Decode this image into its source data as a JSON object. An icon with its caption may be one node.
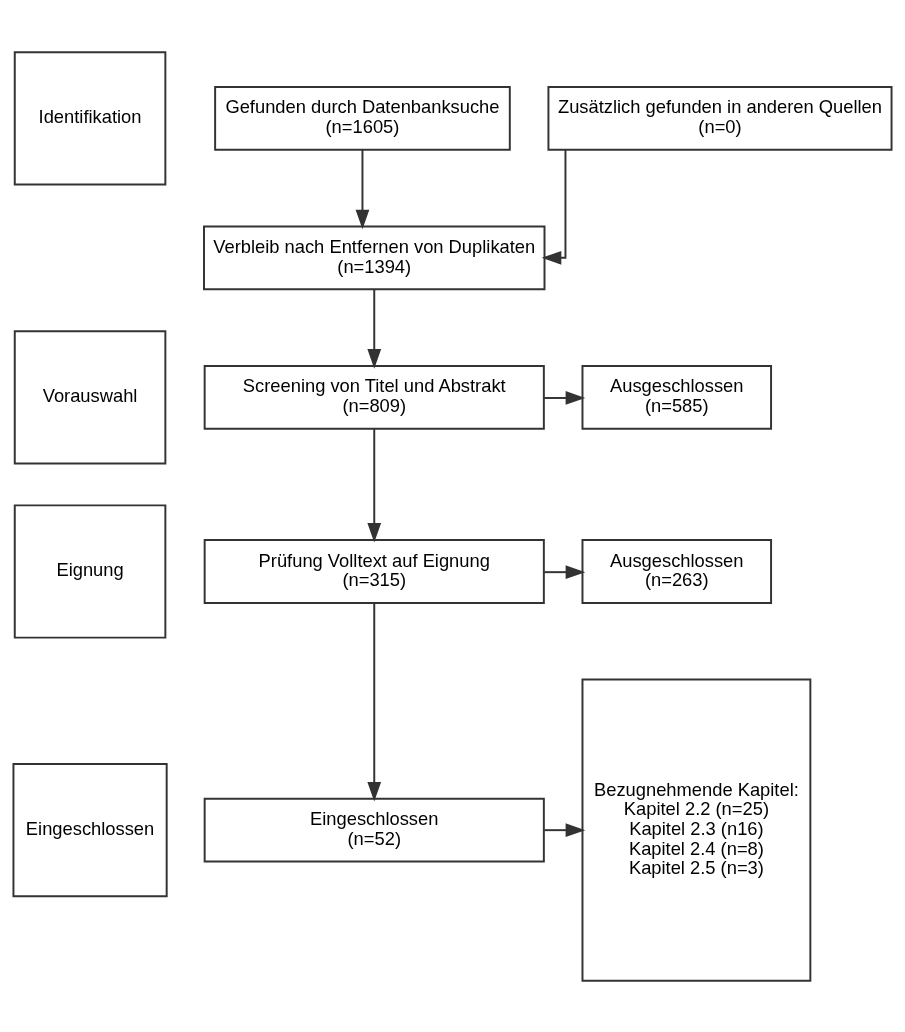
{
  "diagram": {
    "nodes": [
      {
        "text": [
          "Identifikation"
        ]
      },
      {
        "text": [
          "Gefunden durch Datenbanksuche",
          "(n=1605)"
        ]
      },
      {
        "text": [
          "Zusätzlich gefunden in anderen Quellen",
          "(n=0)"
        ]
      },
      {
        "text": [
          "Vorauswahl"
        ]
      },
      {
        "text": [
          "Verbleib nach Entfernen von Duplikaten",
          "(n=1394)"
        ]
      },
      {
        "text": [
          "Screening von Titel und Abstrakt",
          "(n=809)"
        ]
      },
      {
        "text": [
          "Ausgeschlossen",
          "(n=585)"
        ]
      },
      {
        "text": [
          "Eignung"
        ]
      },
      {
        "text": [
          "Prüfung Volltext auf Eignung",
          "(n=315)"
        ]
      },
      {
        "text": [
          "Ausgeschlossen",
          "(n=263)"
        ]
      },
      {
        "text": [
          "Eingeschlossen"
        ]
      },
      {
        "text": [
          "Eingeschlossen",
          "(n=52)"
        ]
      },
      {
        "text": [
          "Bezugnehmende Kapitel:",
          "Kapitel 2.2 (n=25)",
          "Kapitel 2.3 (n16)",
          "Kapitel 2.4 (n=8)",
          "Kapitel 2.5 (n=3)"
        ]
      }
    ],
    "edges": [
      {
        "from": 1,
        "to": 4,
        "arrow": "to"
      },
      {
        "from": 2,
        "to": 4,
        "arrow": "to"
      },
      {
        "from": 4,
        "to": 5,
        "arrow": "to"
      },
      {
        "from": 5,
        "to": 6,
        "arrow": "to"
      },
      {
        "from": 5,
        "to": 8,
        "arrow": "to"
      },
      {
        "from": 8,
        "to": 9,
        "arrow": "to"
      },
      {
        "from": 8,
        "to": 11,
        "arrow": "to"
      },
      {
        "from": 11,
        "to": 12,
        "arrow": "to"
      }
    ]
  }
}
